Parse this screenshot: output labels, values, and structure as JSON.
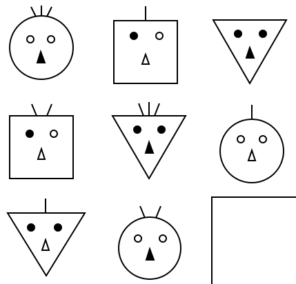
{
  "puzzle": {
    "colors": {
      "stroke": "#000000",
      "background": "#ffffff"
    },
    "answer_slot": "blank",
    "faces": [
      {
        "cell": "row1-col1",
        "head": "circle",
        "top": "three-hairs",
        "eyes": "hollow",
        "nose": "filled"
      },
      {
        "cell": "row1-col2",
        "head": "square",
        "top": "one-hair",
        "eyes": "filled-left-hollow-right",
        "nose": "hollow"
      },
      {
        "cell": "row1-col3",
        "head": "triangle",
        "top": "none",
        "eyes": "filled",
        "nose": "filled"
      },
      {
        "cell": "row2-col1",
        "head": "square",
        "top": "two-hairs",
        "eyes": "filled-left-hollow-right",
        "nose": "hollow"
      },
      {
        "cell": "row2-col2",
        "head": "triangle",
        "top": "three-hairs",
        "eyes": "filled",
        "nose": "filled"
      },
      {
        "cell": "row2-col3",
        "head": "circle",
        "top": "one-hair",
        "eyes": "hollow",
        "nose": "hollow"
      },
      {
        "cell": "row3-col1",
        "head": "triangle",
        "top": "one-hair",
        "eyes": "filled",
        "nose": "hollow"
      },
      {
        "cell": "row3-col2",
        "head": "circle",
        "top": "two-hairs",
        "eyes": "hollow",
        "nose": "filled"
      },
      {
        "cell": "row3-col3",
        "head": "empty",
        "top": "none",
        "eyes": "none",
        "nose": "none"
      }
    ]
  }
}
